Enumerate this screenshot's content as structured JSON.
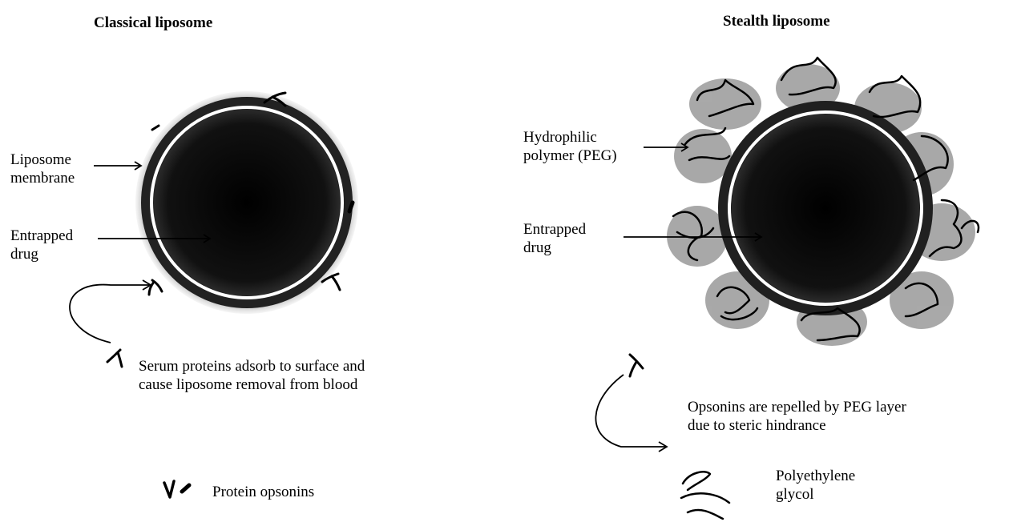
{
  "left_panel": {
    "title": "Classical liposome",
    "membrane_label": "Liposome\nmembrane",
    "drug_label": "Entrapped\ndrug",
    "serum_caption": "Serum proteins adsorb to surface and\ncause liposome removal from blood",
    "legend_opsonins": "Protein opsonins"
  },
  "right_panel": {
    "title": "Stealth liposome",
    "polymer_label": "Hydrophilic\npolymer (PEG)",
    "drug_label": "Entrapped\ndrug",
    "opsonin_caption": "Opsonins are repelled by PEG layer\ndue to steric hindrance",
    "legend_peg": "Polyethylene\nglycol"
  },
  "colors": {
    "core": "#0a0a0a",
    "membrane": "#1c1c1c",
    "halo": "#9a9a9a",
    "inner_ring": "#ffffff",
    "ink": "#000000"
  }
}
